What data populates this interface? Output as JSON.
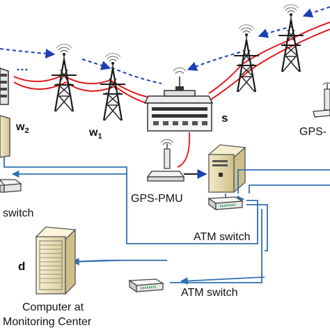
{
  "colors": {
    "power_line": "#e3151a",
    "data_link": "#2f6fb2",
    "wireless_path": "#1b3fb5",
    "tower": "#1a1a1a",
    "equipment_fill": "#e9e9e9",
    "pc_case": "#eadfae"
  },
  "icons": {
    "tower": "transmission-tower-icon",
    "substation": "substation-building-icon",
    "antenna": "antenna-icon",
    "pc": "computer-tower-icon",
    "switch": "network-switch-icon",
    "server": "server-rack-icon"
  },
  "labels": {
    "w2_main": "w",
    "w2_sub": "2",
    "w1_main": "w",
    "w1_sub": "1",
    "s": "s",
    "d": "d",
    "gps_pmu": "GPS-PMU",
    "gps_partial": "GPS-",
    "switch_left": "switch",
    "atm_switch_top": "ATM switch",
    "atm_switch_bottom": "ATM switch",
    "computer_line1": "Computer at",
    "computer_line2": "Monitoring Center"
  }
}
